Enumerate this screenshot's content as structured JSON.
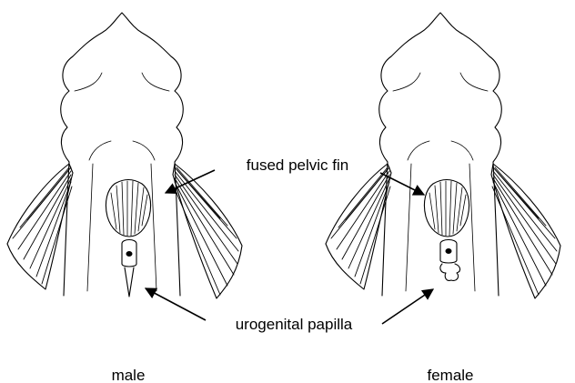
{
  "labels": {
    "fused_pelvic_fin": "fused pelvic fin",
    "urogenital_papilla": "urogenital papilla"
  },
  "captions": {
    "male": "male",
    "female": "female"
  }
}
